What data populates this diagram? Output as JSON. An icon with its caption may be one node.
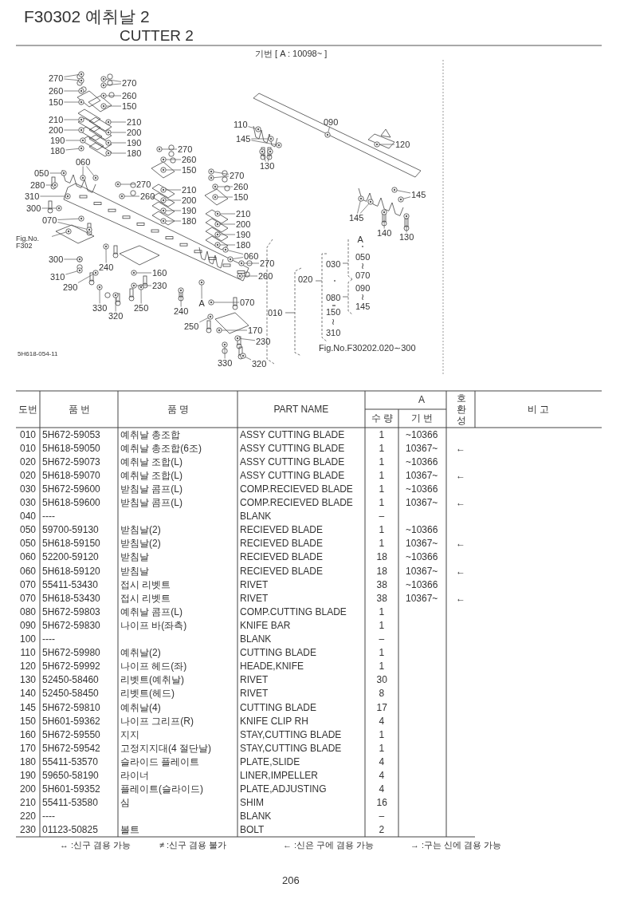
{
  "diagram": {
    "title": "F30302 예취날 2",
    "nodes": [
      {
        "text": [
          "270"
        ]
      },
      {
        "text": [
          "260"
        ]
      },
      {
        "text": [
          "150"
        ]
      },
      {
        "text": [
          "210"
        ]
      },
      {
        "text": [
          "200"
        ]
      },
      {
        "text": [
          "190"
        ]
      },
      {
        "text": [
          "180"
        ]
      },
      {
        "text": [
          "270"
        ]
      },
      {
        "text": [
          "260"
        ]
      },
      {
        "text": [
          "150"
        ]
      },
      {
        "text": [
          "210"
        ]
      },
      {
        "text": [
          "200"
        ]
      },
      {
        "text": [
          "190"
        ]
      },
      {
        "text": [
          "180"
        ]
      },
      {
        "text": [
          "060"
        ]
      },
      {
        "text": [
          "050"
        ]
      },
      {
        "text": [
          "280"
        ]
      },
      {
        "text": [
          "310"
        ]
      },
      {
        "text": [
          "300"
        ]
      },
      {
        "text": [
          "070"
        ]
      },
      {
        "text": [
          "Fig.No. F302"
        ]
      },
      {
        "text": [
          "300"
        ]
      },
      {
        "text": [
          "310"
        ]
      },
      {
        "text": [
          "290"
        ]
      },
      {
        "text": [
          "240"
        ]
      },
      {
        "text": [
          "160"
        ]
      },
      {
        "text": [
          "230"
        ]
      },
      {
        "text": [
          "330"
        ]
      },
      {
        "text": [
          "320"
        ]
      },
      {
        "text": [
          "250"
        ]
      },
      {
        "text": [
          "240"
        ]
      },
      {
        "text": [
          "A"
        ]
      },
      {
        "text": [
          "270"
        ]
      },
      {
        "text": [
          "260"
        ]
      },
      {
        "text": [
          "150"
        ]
      },
      {
        "text": [
          "270"
        ]
      },
      {
        "text": [
          "260"
        ]
      },
      {
        "text": [
          "210"
        ]
      },
      {
        "text": [
          "200"
        ]
      },
      {
        "text": [
          "190"
        ]
      },
      {
        "text": [
          "180"
        ]
      },
      {
        "text": [
          "270"
        ]
      },
      {
        "text": [
          "260"
        ]
      },
      {
        "text": [
          "150"
        ]
      },
      {
        "text": [
          "210"
        ]
      },
      {
        "text": [
          "200"
        ]
      },
      {
        "text": [
          "190"
        ]
      },
      {
        "text": [
          "180"
        ]
      },
      {
        "text": [
          "060"
        ]
      },
      {
        "text": [
          "270"
        ]
      },
      {
        "text": [
          "260"
        ]
      },
      {
        "text": [
          "070"
        ]
      },
      {
        "text": [
          "250"
        ]
      },
      {
        "text": [
          "170"
        ]
      },
      {
        "text": [
          "230"
        ]
      },
      {
        "text": [
          "330"
        ]
      },
      {
        "text": [
          "320"
        ]
      },
      {
        "text": [
          "110"
        ]
      },
      {
        "text": [
          "090"
        ]
      },
      {
        "text": [
          "120"
        ]
      },
      {
        "text": [
          "145"
        ]
      },
      {
        "text": [
          "130"
        ]
      },
      {
        "text": [
          "145"
        ]
      },
      {
        "text": [
          "145"
        ]
      },
      {
        "text": [
          "140"
        ]
      },
      {
        "text": [
          "130"
        ]
      },
      {
        "text": [],
        "shape": "picture"
      },
      {
        "text": [],
        "shape": "picture"
      },
      {
        "text": [],
        "shape": "picture"
      },
      {
        "text": [],
        "shape": "picture"
      },
      {
        "text": [],
        "shape": "picture"
      },
      {
        "text": [],
        "shape": "picture"
      },
      {
        "text": [],
        "shape": "picture"
      },
      {
        "text": [],
        "shape": "picture"
      },
      {
        "text": [],
        "shape": "picture"
      },
      {
        "text": [],
        "shape": "picture"
      },
      {
        "text": [],
        "shape": "picture"
      },
      {
        "text": [],
        "shape": "picture"
      },
      {
        "text": [],
        "shape": "picture"
      },
      {
        "text": [],
        "shape": "picture"
      },
      {
        "text": [],
        "shape": "picture"
      },
      {
        "text": [],
        "shape": "picture"
      },
      {
        "text": [],
        "shape": "picture"
      },
      {
        "text": [],
        "shape": "picture"
      },
      {
        "text": [],
        "shape": "picture"
      },
      {
        "text": [],
        "shape": "picture"
      },
      {
        "text": [],
        "shape": "picture"
      },
      {
        "text": [],
        "shape": "picture"
      },
      {
        "text": [],
        "shape": "picture"
      },
      {
        "text": [],
        "shape": "picture"
      },
      {
        "text": [],
        "shape": "picture"
      },
      {
        "text": [],
        "shape": "picture"
      },
      {
        "text": [],
        "shape": "picture"
      },
      {
        "text": [],
        "shape": "picture"
      },
      {
        "text": [],
        "shape": "picture"
      },
      {
        "text": [],
        "shape": "picture"
      },
      {
        "text": [],
        "shape": "picture"
      },
      {
        "text": [],
        "shape": "picture"
      },
      {
        "text": [],
        "shape": "picture"
      },
      {
        "text": [],
        "shape": "picture"
      },
      {
        "text": [],
        "shape": "picture"
      },
      {
        "text": [],
        "shape": "picture"
      },
      {
        "text": [],
        "shape": "picture"
      },
      {
        "text": [],
        "shape": "picture"
      },
      {
        "text": [],
        "shape": "picture"
      },
      {
        "text": [],
        "shape": "picture"
      },
      {
        "text": [],
        "shape": "picture"
      },
      {
        "text": [],
        "shape": "picture"
      },
      {
        "text": [],
        "shape": "picture"
      },
      {
        "text": [],
        "shape": "picture"
      },
      {
        "text": [],
        "shape": "picture"
      },
      {
        "text": [],
        "shape": "picture"
      },
      {
        "text": [],
        "shape": "picture"
      },
      {
        "text": [],
        "shape": "picture"
      },
      {
        "text": [],
        "shape": "picture"
      },
      {
        "text": [],
        "shape": "picture"
      },
      {
        "text": [],
        "shape": "picture"
      },
      {
        "text": [],
        "shape": "picture"
      },
      {
        "text": [],
        "shape": "picture"
      },
      {
        "text": [],
        "shape": "picture"
      },
      {
        "text": [],
        "shape": "picture"
      },
      {
        "text": [],
        "shape": "picture"
      },
      {
        "text": [],
        "shape": "picture"
      },
      {
        "text": [],
        "shape": "picture"
      },
      {
        "text": [],
        "shape": "picture"
      },
      {
        "text": [],
        "shape": "picture"
      },
      {
        "text": [],
        "shape": "picture"
      },
      {
        "text": [],
        "shape": "picture"
      },
      {
        "text": [],
        "shape": "picture"
      },
      {
        "text": [],
        "shape": "picture"
      },
      {
        "text": [],
        "shape": "picture"
      },
      {
        "text": [],
        "shape": "picture"
      },
      {
        "text": [],
        "shape": "picture"
      },
      {
        "text": [],
        "shape": "picture"
      },
      {
        "text": [],
        "shape": "picture"
      },
      {
        "text": [],
        "shape": "picture"
      },
      {
        "text": [],
        "shape": "picture"
      },
      {
        "text": [],
        "shape": "picture"
      },
      {
        "text": [],
        "shape": "picture"
      },
      {
        "text": [],
        "shape": "picture"
      },
      {
        "text": [],
        "shape": "picture"
      },
      {
        "text": [],
        "shape": "picture"
      }
    ],
    "edges": [
      {
        "from": 0,
        "to": 66,
        "arrow": "none"
      },
      {
        "from": 0,
        "to": 67,
        "arrow": "none"
      },
      {
        "from": 1,
        "to": 68,
        "arrow": "none"
      },
      {
        "from": 2,
        "to": 69,
        "arrow": "none"
      },
      {
        "from": 3,
        "to": 70,
        "arrow": "none"
      },
      {
        "from": 4,
        "to": 71,
        "arrow": "none"
      },
      {
        "from": 5,
        "to": 72,
        "arrow": "none"
      },
      {
        "from": 6,
        "to": 73,
        "arrow": "none"
      },
      {
        "from": 7,
        "to": 74,
        "arrow": "none"
      },
      {
        "from": 7,
        "to": 75,
        "arrow": "none"
      },
      {
        "from": 8,
        "to": 76,
        "arrow": "none"
      },
      {
        "from": 9,
        "to": 77,
        "arrow": "none"
      },
      {
        "from": 10,
        "to": 78,
        "arrow": "none"
      },
      {
        "from": 11,
        "to": 79,
        "arrow": "none"
      },
      {
        "from": 12,
        "to": 80,
        "arrow": "none"
      },
      {
        "from": 13,
        "to": 81,
        "arrow": "none"
      },
      {
        "from": 14,
        "to": 82,
        "arrow": "none"
      },
      {
        "from": 14,
        "to": 83,
        "arrow": "none"
      },
      {
        "from": 15,
        "to": 84,
        "arrow": "none"
      },
      {
        "from": 16,
        "to": 85,
        "arrow": "none"
      },
      {
        "from": 17,
        "to": 86,
        "arrow": "none"
      },
      {
        "from": 18,
        "to": 87,
        "arrow": "none"
      },
      {
        "from": 19,
        "to": 88,
        "arrow": "none"
      },
      {
        "from": 19,
        "to": 89,
        "arrow": "none"
      },
      {
        "from": 20,
        "to": 90,
        "arrow": "none"
      },
      {
        "from": 21,
        "to": 91,
        "arrow": "none"
      },
      {
        "from": 22,
        "to": 92,
        "arrow": "none"
      },
      {
        "from": 23,
        "to": 93,
        "arrow": "none"
      },
      {
        "from": 24,
        "to": 94,
        "arrow": "none"
      },
      {
        "from": 25,
        "to": 95,
        "arrow": "none"
      },
      {
        "from": 26,
        "to": 96,
        "arrow": "none"
      },
      {
        "from": 27,
        "to": 97,
        "arrow": "none"
      },
      {
        "from": 28,
        "to": 98,
        "arrow": "none"
      },
      {
        "from": 29,
        "to": 99,
        "arrow": "none"
      },
      {
        "from": 30,
        "to": 100,
        "arrow": "none"
      },
      {
        "from": 31,
        "to": 101,
        "arrow": "none"
      },
      {
        "from": 32,
        "to": 102,
        "arrow": "none"
      },
      {
        "from": 33,
        "to": 103,
        "arrow": "none"
      },
      {
        "from": 34,
        "to": 104,
        "arrow": "none"
      },
      {
        "from": 35,
        "to": 105,
        "arrow": "none"
      },
      {
        "from": 36,
        "to": 106,
        "arrow": "none"
      },
      {
        "from": 37,
        "to": 107,
        "arrow": "none"
      },
      {
        "from": 38,
        "to": 108,
        "arrow": "none"
      },
      {
        "from": 39,
        "to": 109,
        "arrow": "none"
      },
      {
        "from": 40,
        "to": 110,
        "arrow": "none"
      },
      {
        "from": 41,
        "to": 111,
        "arrow": "none"
      },
      {
        "from": 41,
        "to": 112,
        "arrow": "none"
      },
      {
        "from": 42,
        "to": 113,
        "arrow": "none"
      },
      {
        "from": 43,
        "to": 114,
        "arrow": "none"
      },
      {
        "from": 44,
        "to": 115,
        "arrow": "none"
      },
      {
        "from": 45,
        "to": 116,
        "arrow": "none"
      },
      {
        "from": 46,
        "to": 117,
        "arrow": "none"
      },
      {
        "from": 47,
        "to": 118,
        "arrow": "none"
      },
      {
        "from": 48,
        "to": 119,
        "arrow": "none"
      },
      {
        "from": 48,
        "to": 120,
        "arrow": "none"
      },
      {
        "from": 49,
        "to": 121,
        "arrow": "none"
      },
      {
        "from": 50,
        "to": 122,
        "arrow": "none"
      },
      {
        "from": 51,
        "to": 123,
        "arrow": "none"
      },
      {
        "from": 52,
        "to": 124,
        "arrow": "none"
      },
      {
        "from": 53,
        "to": 125,
        "arrow": "none"
      },
      {
        "from": 54,
        "to": 126,
        "arrow": "none"
      },
      {
        "from": 55,
        "to": 127,
        "arrow": "none"
      },
      {
        "from": 56,
        "to": 128,
        "arrow": "none"
      },
      {
        "from": 57,
        "to": 129,
        "arrow": "none"
      },
      {
        "from": 58,
        "to": 130,
        "arrow": "none"
      },
      {
        "from": 59,
        "to": 131,
        "arrow": "none"
      },
      {
        "from": 60,
        "to": 132,
        "arrow": "none"
      },
      {
        "from": 60,
        "to": 133,
        "arrow": "none"
      },
      {
        "from": 61,
        "to": 134,
        "arrow": "none"
      },
      {
        "from": 61,
        "to": 135,
        "arrow": "none"
      },
      {
        "from": 62,
        "to": 136,
        "arrow": "none"
      },
      {
        "from": 62,
        "to": 137,
        "arrow": "none"
      },
      {
        "from": 63,
        "to": 138,
        "arrow": "none"
      },
      {
        "from": 63,
        "to": 139,
        "arrow": "none"
      },
      {
        "from": 64,
        "to": 140,
        "arrow": "none"
      },
      {
        "from": 65,
        "to": 141,
        "arrow": "none"
      }
    ],
    "labels": [
      "CUTTER 2",
      "기번 [ A : 10098~ ]",
      "5H618-054-11",
      "A",
      "050",
      "≀",
      "070",
      "090",
      "≀",
      "145",
      "030",
      "080",
      "150",
      "≀",
      "310",
      "020",
      "010",
      "Fig.No.F30202.020∼300",
      "도번",
      "품 번",
      "품 명",
      "PART NAME",
      "A",
      "수 량",
      "기 번",
      "호환성",
      "비 고",
      "010",
      "5H672-59053",
      "예취날 총조합",
      "ASSY CUTTING BLADE",
      "1",
      "~10366",
      "010",
      "5H618-59050",
      "예취날 총조합(6조)",
      "ASSY CUTTING BLADE",
      "1",
      "10367~",
      "←",
      "020",
      "5H672-59073",
      "예취날 조합(L)",
      "ASSY CUTTING BLADE",
      "1",
      "~10366",
      "020",
      "5H618-59070",
      "예취날 조합(L)",
      "ASSY CUTTING BLADE",
      "1",
      "10367~",
      "←",
      "030",
      "5H672-59600",
      "받침날 콤프(L)",
      "COMP.RECIEVED BLADE",
      "1",
      "~10366",
      "030",
      "5H618-59600",
      "받침날 콤프(L)",
      "COMP.RECIEVED BLADE",
      "1",
      "10367~",
      "←",
      "040",
      "----",
      "BLANK",
      "–",
      "050",
      "59700-59130",
      "받침날(2)",
      "RECIEVED BLADE",
      "1",
      "~10366",
      "050",
      "5H618-59150",
      "받침날(2)",
      "RECIEVED BLADE",
      "1",
      "10367~",
      "←",
      "060",
      "52200-59120",
      "받침날",
      "RECIEVED BLADE",
      "18",
      "~10366",
      "060",
      "5H618-59120",
      "받침날",
      "RECIEVED BLADE",
      "18",
      "10367~",
      "←",
      "070",
      "55411-53430",
      "접시 리벳트",
      "RIVET",
      "38",
      "~10366",
      "070",
      "5H618-53430",
      "접시 리벳트",
      "RIVET",
      "38",
      "10367~",
      "←",
      "080",
      "5H672-59803",
      "예취날 콤프(L)",
      "COMP.CUTTING BLADE",
      "1",
      "090",
      "5H672-59830",
      "나이프 바(좌측)",
      "KNIFE BAR",
      "1",
      "100",
      "----",
      "BLANK",
      "–",
      "110",
      "5H672-59980",
      "예취날(2)",
      "CUTTING BLADE",
      "1",
      "120",
      "5H672-59992",
      "나이프 헤드(좌)",
      "HEADE,KNIFE",
      "1",
      "130",
      "52450-58460",
      "리벳트(예취날)",
      "RIVET",
      "30",
      "140",
      "52450-58450",
      "리벳트(헤드)",
      "RIVET",
      "8",
      "145",
      "5H672-59810",
      "예취날(4)",
      "CUTTING BLADE",
      "17",
      "150",
      "5H601-59362",
      "나이프 그리프(R)",
      "KNIFE CLIP RH",
      "4",
      "160",
      "5H672-59550",
      "지지",
      "STAY,CUTTING BLADE",
      "1",
      "170",
      "5H672-59542",
      "고정지지대(4 절단날)",
      "STAY,CUTTING BLADE",
      "1",
      "180",
      "55411-53570",
      "슬라이드 플레이트",
      "PLATE,SLIDE",
      "4",
      "190",
      "59650-58190",
      "라이너",
      "LINER,IMPELLER",
      "4",
      "200",
      "5H601-59352",
      "플레이트(슬라이드)",
      "PLATE,ADJUSTING",
      "4",
      "210",
      "55411-53580",
      "심",
      "SHIM",
      "16",
      "220",
      "----",
      "BLANK",
      "–",
      "230",
      "01123-50825",
      "볼트",
      "BOLT",
      "2",
      "↔ :신구 겸용 가능",
      "≠ :신구 겸용 불가",
      "← :신은 구에 겸용 가능",
      "→ :구는 신에 겸용 가능",
      "206"
    ]
  }
}
